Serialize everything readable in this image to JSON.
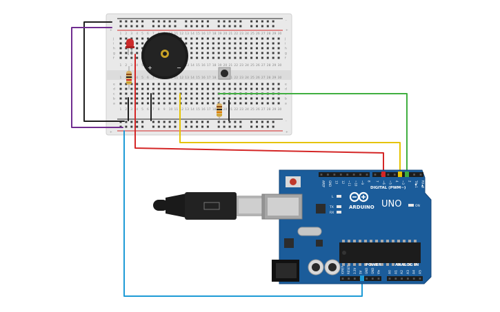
{
  "breadboard": {
    "column_count": 30,
    "row_letters_top": [
      "j",
      "i",
      "h",
      "g",
      "f"
    ],
    "row_letters_bottom": [
      "e",
      "d",
      "c",
      "b",
      "a"
    ],
    "column_numbers": [
      "1",
      "2",
      "3",
      "4",
      "5",
      "6",
      "7",
      "8",
      "9",
      "10",
      "11",
      "12",
      "13",
      "14",
      "15",
      "16",
      "17",
      "18",
      "19",
      "20",
      "21",
      "22",
      "23",
      "24",
      "25",
      "26",
      "27",
      "28",
      "29",
      "30"
    ],
    "rail_plus": "+",
    "rail_minus": "-"
  },
  "buzzer": {
    "plus": "+",
    "minus": "−"
  },
  "arduino": {
    "brand": "ARDUINO",
    "model": "UNO",
    "digital_label": "DIGITAL (PWM~)",
    "power_label": "POWER",
    "analog_label": "ANALOG IN",
    "led_l": "L",
    "led_tx": "TX",
    "led_rx": "RX",
    "led_on": "ON",
    "digital_pins": [
      "AREF",
      "GND",
      "13",
      "12",
      "~11",
      "~10",
      "~9",
      "8",
      "7",
      "~6",
      "~5",
      "4",
      "~3",
      "2",
      "TX▶1",
      "RX◀0"
    ],
    "power_pins": [
      "IOREF",
      "RESET",
      "3.3V",
      "5V",
      "GND",
      "GND",
      "Vin"
    ],
    "analog_pins": [
      "A0",
      "A1",
      "A2",
      "A3",
      "A4",
      "A5"
    ]
  },
  "wires": {
    "black": "#1e1e1e",
    "purple": "#6f2c8f",
    "red": "#d42525",
    "yellow": "#e5c300",
    "green": "#3fae3f",
    "blue": "#1c9ad6"
  },
  "colors": {
    "board_blue": "#1b5c9a",
    "breadboard": "#e9e9e9",
    "rail_red": "#d42525",
    "led_red": "#cc2b2b"
  }
}
